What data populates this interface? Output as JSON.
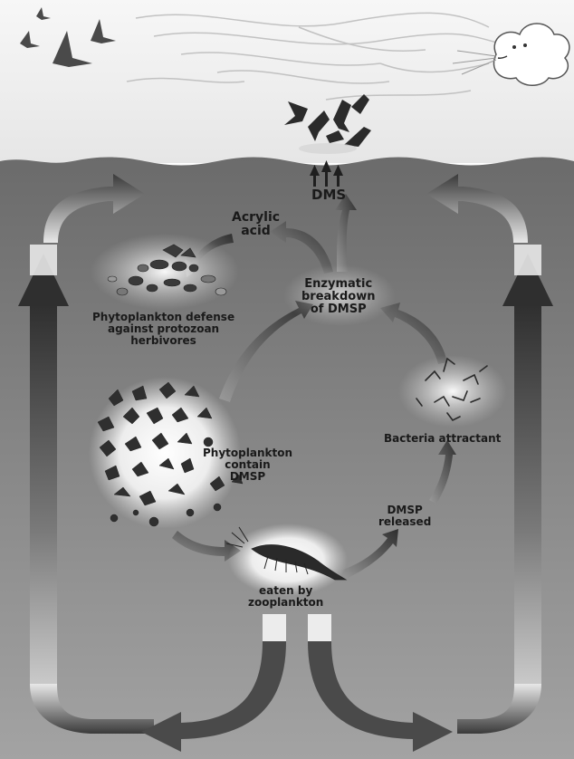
{
  "labels": {
    "dms": "DMS",
    "acrylic_acid": [
      "Acrylic",
      "acid"
    ],
    "enzymatic_breakdown": [
      "Enzymatic",
      "breakdown",
      "of DMSP"
    ],
    "phyto_defense": [
      "Phytoplankton defense",
      "against protozoan",
      "herbivores"
    ],
    "phyto_contain": [
      "Phytoplankton",
      "contain",
      "DMSP"
    ],
    "bacteria_attractant": "Bacteria attractant",
    "dmsp_released": [
      "DMSP",
      "released"
    ],
    "eaten_by": [
      "eaten by",
      "zooplankton"
    ]
  },
  "colors": {
    "sky_top": "#f4f4f4",
    "sea_top": "#6f6f6f",
    "sea_bottom": "#9c9c9c",
    "glow": "#ffffff"
  }
}
